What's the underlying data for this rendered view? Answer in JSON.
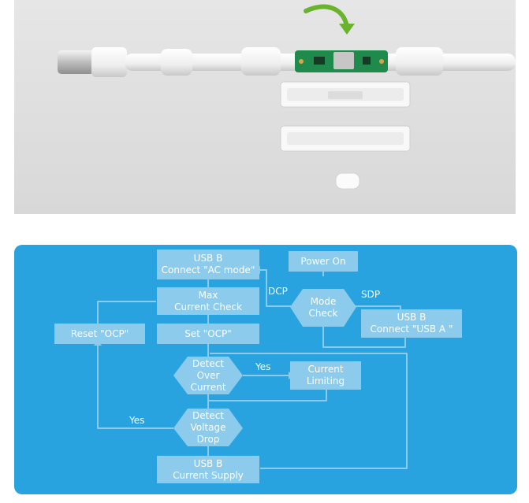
{
  "photo": {
    "alt": "Lightning cable with inline circuit board and plastic housing parts"
  },
  "diagram": {
    "bg_color": "#29a3df",
    "node_color": "#8ccbec",
    "line_color": "#8ccbec",
    "nodes": {
      "usb_b_ac": {
        "line1": "USB B",
        "line2": "Connect \"AC mode\""
      },
      "power_on": {
        "line1": "Power On"
      },
      "max_current": {
        "line1": "Max",
        "line2": "Current Check"
      },
      "mode_check": {
        "line1": "Mode",
        "line2": "Check"
      },
      "reset_ocp": {
        "line1": "Reset \"OCP\""
      },
      "set_ocp": {
        "line1": "Set \"OCP\""
      },
      "usb_b_usba": {
        "line1": "USB B",
        "line2": "Connect \"USB A \""
      },
      "detect_over": {
        "line1": "Detect",
        "line2": "Over",
        "line3": "Current"
      },
      "current_limiting": {
        "line1": "Current",
        "line2": "Limiting"
      },
      "detect_voltage": {
        "line1": "Detect",
        "line2": "Voltage",
        "line3": "Drop"
      },
      "usb_b_supply": {
        "line1": "USB B",
        "line2": "Current Supply"
      }
    },
    "edge_labels": {
      "dcp": "DCP",
      "sdp": "SDP",
      "yes_over": "Yes",
      "yes_voltage": "Yes"
    }
  }
}
